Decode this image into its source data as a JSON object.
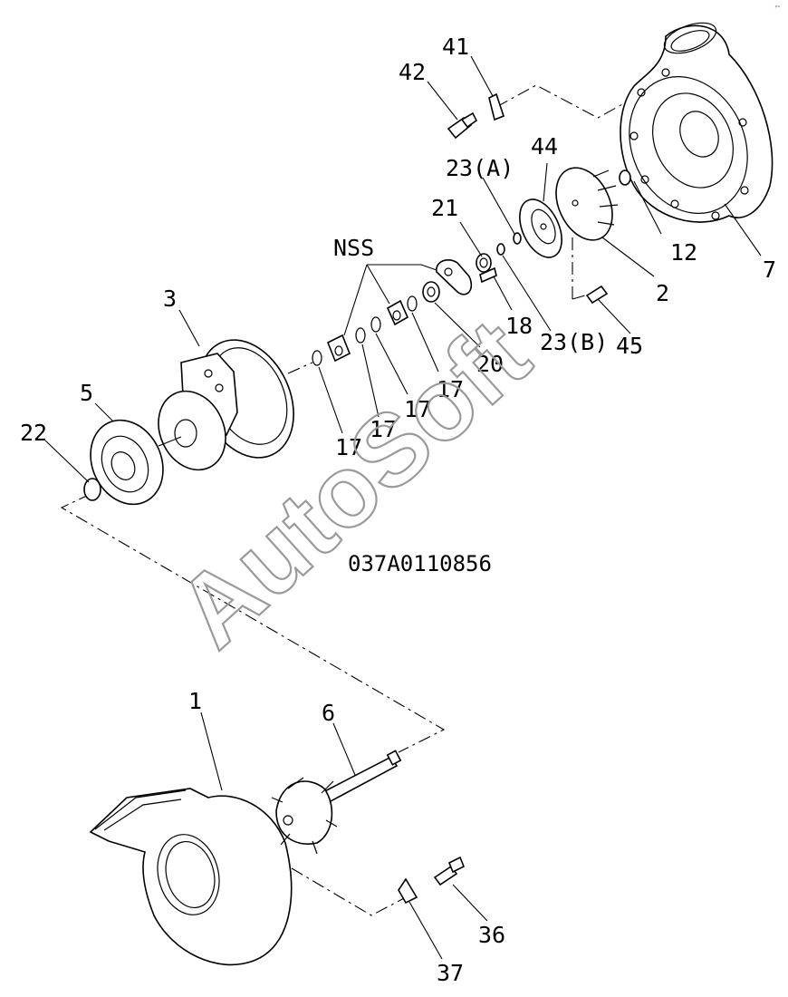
{
  "diagram": {
    "drawing_number": "037A0110856",
    "watermark": "AutoSoft",
    "corner_mark": "ᵖᵃ",
    "callouts": {
      "c1": "1",
      "c2": "2",
      "c3": "3",
      "c5": "5",
      "c6": "6",
      "c7": "7",
      "c12": "12",
      "c17a": "17",
      "c17b": "17",
      "c17c": "17",
      "c17d": "17",
      "c18": "18",
      "c20": "20",
      "c21": "21",
      "c22": "22",
      "c23a": "23(A)",
      "c23b": "23(B)",
      "c36": "36",
      "c37": "37",
      "c41": "41",
      "c42": "42",
      "c44": "44",
      "c45": "45",
      "nss": "NSS"
    }
  }
}
